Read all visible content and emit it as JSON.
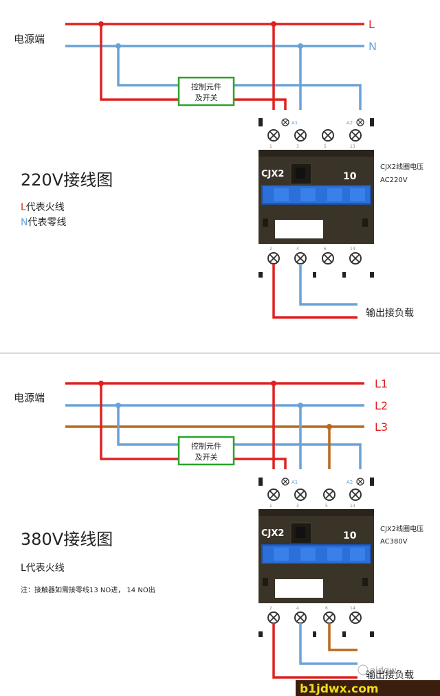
{
  "section_220": {
    "power_label": "电源端",
    "line_labels": [
      "L",
      "N"
    ],
    "control_box": [
      "控制元件",
      "及开关"
    ],
    "coil_terminals": [
      "A1",
      "A2"
    ],
    "top_terminal_numbers": [
      "1",
      "3",
      "5",
      "13"
    ],
    "bottom_terminal_numbers": [
      "2",
      "4",
      "6",
      "14"
    ],
    "device_name": "CJX2",
    "device_rating": "10",
    "coil_info": [
      "CJX2线圈电压",
      "AC220V"
    ],
    "title": "220V接线图",
    "legend": [
      {
        "letter": "L",
        "text": "代表火线",
        "color": "#e02020"
      },
      {
        "letter": "N",
        "text": "代表零线",
        "color": "#6aa2d6"
      }
    ],
    "output_label": "输出接负载"
  },
  "section_380": {
    "power_label": "电源端",
    "line_labels": [
      "L1",
      "L2",
      "L3"
    ],
    "control_box": [
      "控制元件",
      "及开关"
    ],
    "coil_terminals": [
      "A1",
      "A2"
    ],
    "top_terminal_numbers": [
      "1",
      "3",
      "5",
      "13"
    ],
    "bottom_terminal_numbers": [
      "2",
      "4",
      "6",
      "14"
    ],
    "device_name": "CJX2",
    "device_rating": "10",
    "coil_info": [
      "CJX2线圈电压",
      "AC380V"
    ],
    "title": "380V接线图",
    "legend_text": "L代表火线",
    "note": "注：接触器如需接零线13 NO进， 14 NO出",
    "output_label": "输出接负载"
  },
  "watermark": "ejdgw",
  "site_url": "b1jdwx.com",
  "colors": {
    "live": "#e02020",
    "neutral": "#6aa2d6",
    "phase3": "#b8681c",
    "control_border": "#2aa32a",
    "contactor_body": "#3a3328",
    "contactor_blue": "#2b6fd8",
    "site_url": "#f2dc1a"
  }
}
